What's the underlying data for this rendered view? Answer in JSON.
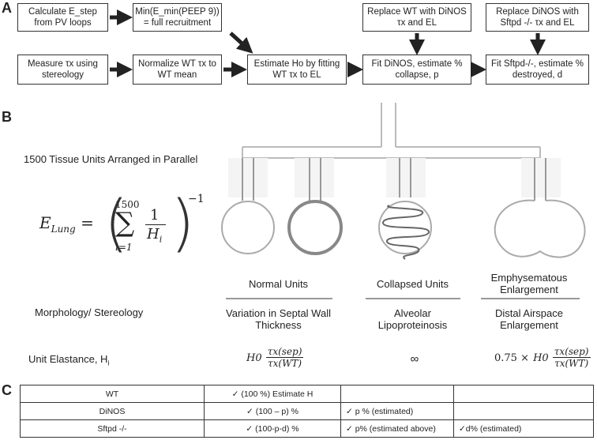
{
  "panels": {
    "a": "A",
    "b": "B",
    "c": "C"
  },
  "flow": {
    "calc_estep": "Calculate E_step from PV loops",
    "min_emin": "Min(E_min(PEEP 9)) = full recruitment",
    "measure_tau": "Measure τx using stereology",
    "normalize": "Normalize WT τx to WT mean",
    "estimate_ho": "Estimate Ho by fitting WT τx to EL",
    "fit_dinos": "Fit DiNOS, estimate % collapse, p",
    "replace_wt": "Replace WT with DiNOS τx and EL",
    "replace_dinos": "Replace DiNOS with Sftpd -/- τx and EL",
    "fit_sftpd": "Fit Sftpd-/-, estimate % destroyed, d"
  },
  "model": {
    "parallel_label": "1500 Tissue Units Arranged in Parallel",
    "formula_lhs": "E",
    "formula_lhs_sub": "Lung",
    "sum_upper": "1500",
    "sum_lower": "i=1",
    "exponent": "−1",
    "frac_num": "1",
    "frac_den": "H",
    "frac_den_sub": "i"
  },
  "columns": {
    "normal": {
      "title": "Normal Units",
      "morph": "Variation in Septal Wall Thickness",
      "elastance_prefix": "",
      "elastance_factor": "H0"
    },
    "collapsed": {
      "title": "Collapsed Units",
      "morph": "Alveolar Lipoproteinosis",
      "elastance": "∞"
    },
    "emphysema": {
      "title": "Emphysematous Enlargement",
      "morph": "Distal Airspace Enlargement",
      "elastance_prefix": "0.75 ×",
      "elastance_factor": "H0"
    }
  },
  "rows": {
    "morphology": "Morphology/ Stereology",
    "elastance_label": "Unit Elastance, H",
    "elastance_sub": "i"
  },
  "elastance_frac": {
    "num": "τx(sep)",
    "den": "τx(WT)"
  },
  "table": [
    {
      "name": "WT",
      "c1": "✓ (100 %)  Estimate H",
      "c2": "",
      "c3": ""
    },
    {
      "name": "DiNOS",
      "c1": "✓ (100 – p) %",
      "c2": "✓ p %  (estimated)",
      "c3": ""
    },
    {
      "name": "Sftpd -/-",
      "c1": "✓ (100-p-d) %",
      "c2": "✓ p% (estimated above)",
      "c3": "✓d% (estimated)"
    }
  ]
}
